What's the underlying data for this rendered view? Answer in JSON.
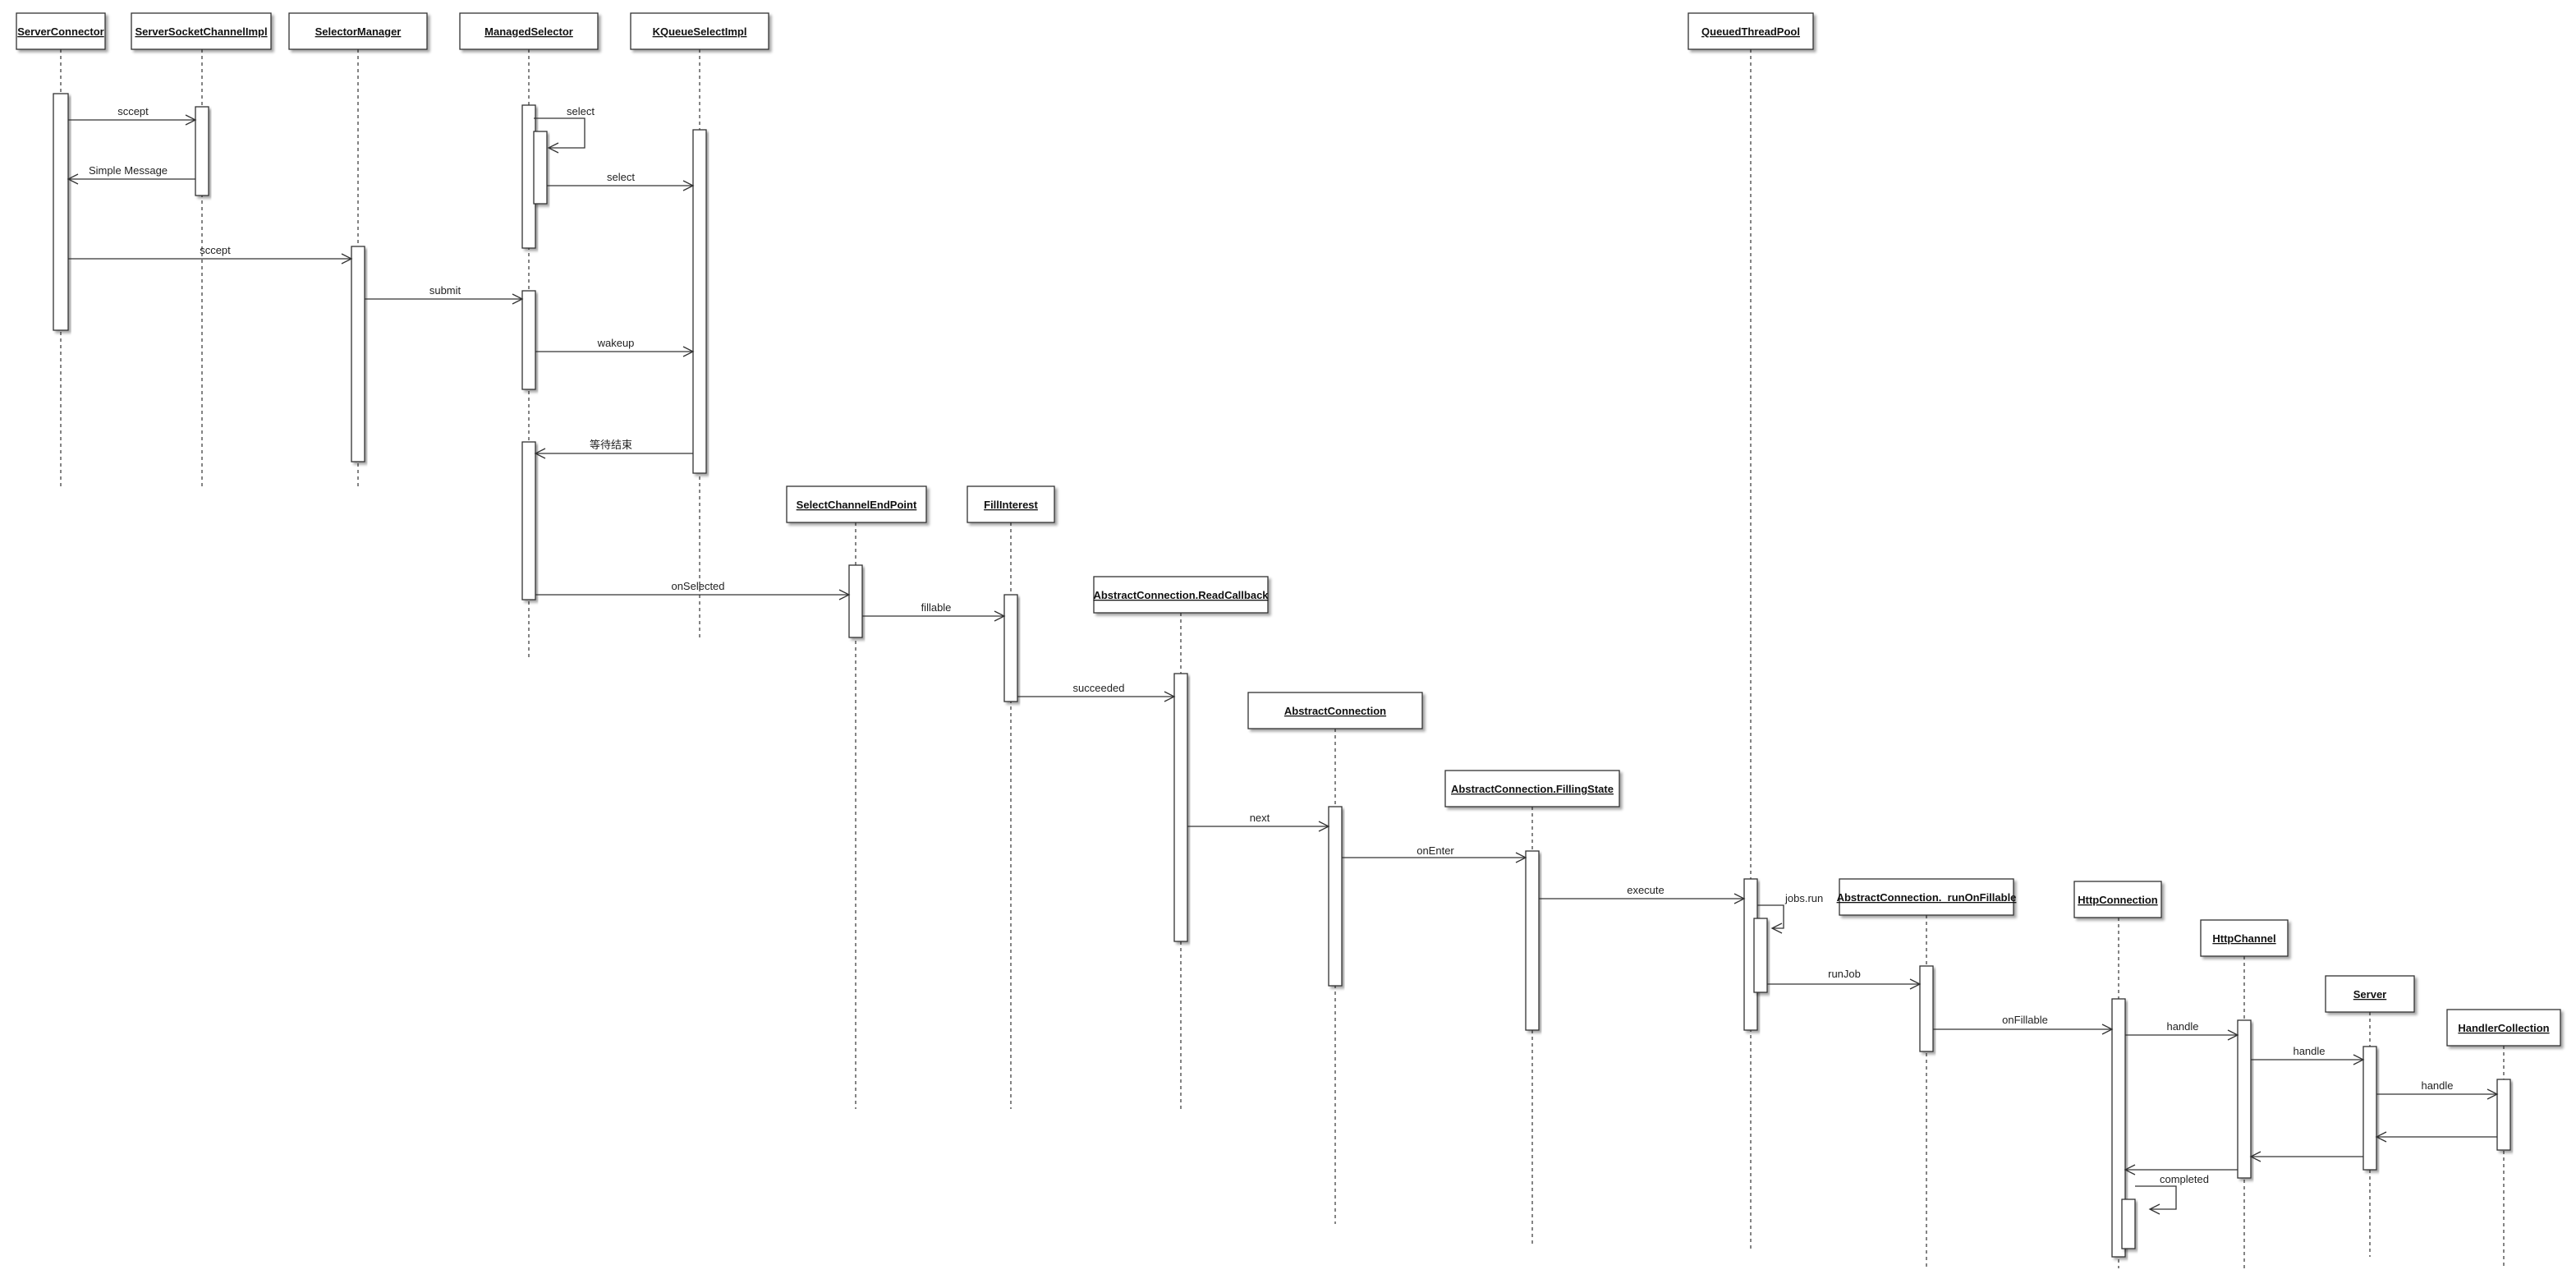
{
  "participants": [
    {
      "id": "ServerConnector",
      "label": "ServerConnector"
    },
    {
      "id": "ServerSocketChannelImpl",
      "label": "ServerSocketChannelImpl"
    },
    {
      "id": "SelectorManager",
      "label": "SelectorManager"
    },
    {
      "id": "ManagedSelector",
      "label": "ManagedSelector"
    },
    {
      "id": "KQueueSelectImpl",
      "label": "KQueueSelectImpl"
    },
    {
      "id": "QueuedThreadPool",
      "label": "QueuedThreadPool"
    },
    {
      "id": "SelectChannelEndPoint",
      "label": "SelectChannelEndPoint"
    },
    {
      "id": "FillInterest",
      "label": "FillInterest"
    },
    {
      "id": "ReadCallback",
      "label": "AbstractConnection.ReadCallback"
    },
    {
      "id": "AbstractConnection",
      "label": "AbstractConnection"
    },
    {
      "id": "FillingState",
      "label": "AbstractConnection.FillingState"
    },
    {
      "id": "RunOnFillable",
      "label": "AbstractConnection._runOnFillable"
    },
    {
      "id": "HttpConnection",
      "label": "HttpConnection"
    },
    {
      "id": "HttpChannel",
      "label": "HttpChannel"
    },
    {
      "id": "Server",
      "label": "Server"
    },
    {
      "id": "HandlerCollection",
      "label": "HandlerCollection"
    }
  ],
  "messages": [
    {
      "label": "sccept"
    },
    {
      "label": "Simple Message"
    },
    {
      "label": "select"
    },
    {
      "label": "select"
    },
    {
      "label": "sccept"
    },
    {
      "label": "submit"
    },
    {
      "label": "wakeup"
    },
    {
      "label": "等待结束"
    },
    {
      "label": "onSelected"
    },
    {
      "label": "fillable"
    },
    {
      "label": "succeeded"
    },
    {
      "label": "next"
    },
    {
      "label": "onEnter"
    },
    {
      "label": "execute"
    },
    {
      "label": "jobs.run"
    },
    {
      "label": "runJob"
    },
    {
      "label": "onFillable"
    },
    {
      "label": "handle"
    },
    {
      "label": "handle"
    },
    {
      "label": "handle"
    },
    {
      "label": ""
    },
    {
      "label": ""
    },
    {
      "label": ""
    },
    {
      "label": "completed"
    }
  ]
}
